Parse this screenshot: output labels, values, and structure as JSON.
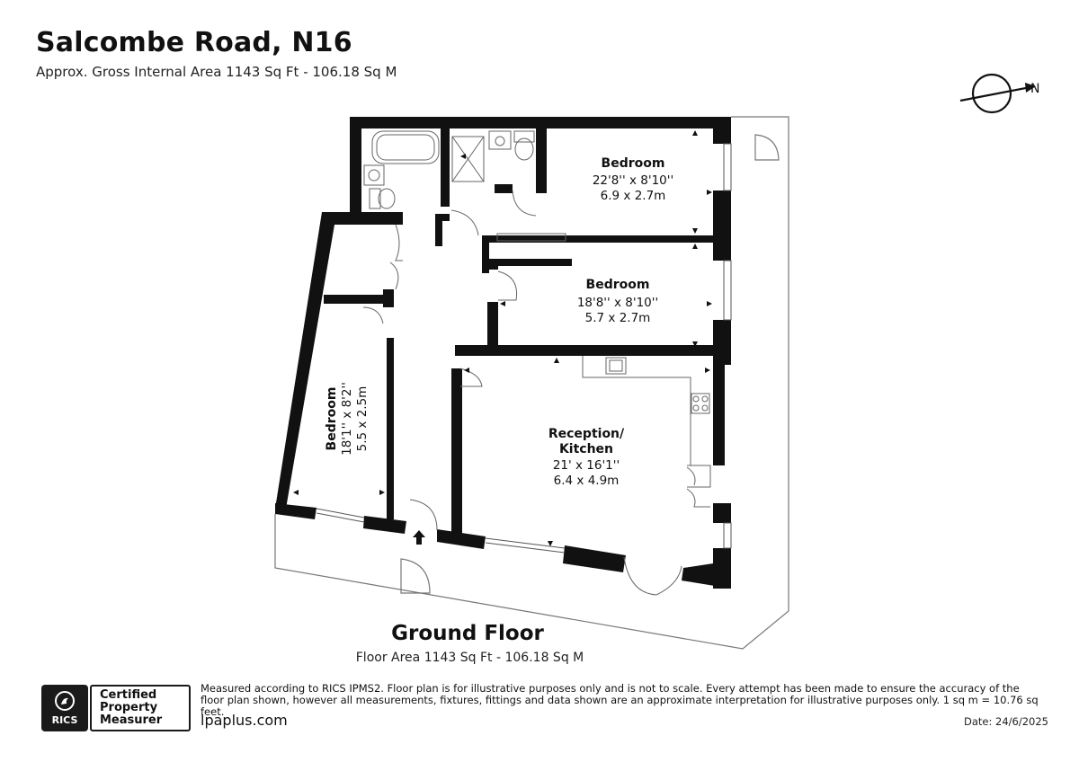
{
  "header": {
    "title": "Salcombe Road, N16",
    "subtitle": "Approx. Gross Internal Area 1143 Sq Ft - 106.18 Sq M"
  },
  "compass": {
    "label": "N",
    "icon": "north-arrow-icon"
  },
  "rooms": [
    {
      "name": "Bedroom",
      "dim_imperial": "22'8'' x 8'10''",
      "dim_metric": "6.9 x 2.7m"
    },
    {
      "name": "Bedroom",
      "dim_imperial": "18'8'' x 8'10''",
      "dim_metric": "5.7 x 2.7m"
    },
    {
      "name": "Bedroom",
      "dim_imperial": "18'1'' x 8'2''",
      "dim_metric": "5.5 x 2.5m"
    },
    {
      "name_line1": "Reception/",
      "name_line2": "Kitchen",
      "dim_imperial": "21' x 16'1''",
      "dim_metric": "6.4 x 4.9m"
    }
  ],
  "floor": {
    "name": "Ground Floor",
    "area": "Floor Area 1143 Sq Ft - 106.18 Sq M"
  },
  "footer": {
    "rics_label": "RICS",
    "certified_line1": "Certified",
    "certified_line2": "Property",
    "certified_line3": "Measurer",
    "disclaimer": "Measured according to RICS IPMS2. Floor plan is for illustrative purposes only and is not to scale. Every attempt has been made to ensure the accuracy of the floor plan shown, however all measurements, fixtures, fittings and data shown are an approximate interpretation for illustrative purposes only. 1 sq m = 10.76 sq feet.",
    "website": "lpaplus.com",
    "date": "Date: 24/6/2025"
  },
  "colors": {
    "wall": "#111111",
    "line": "#666666",
    "background": "#ffffff"
  }
}
